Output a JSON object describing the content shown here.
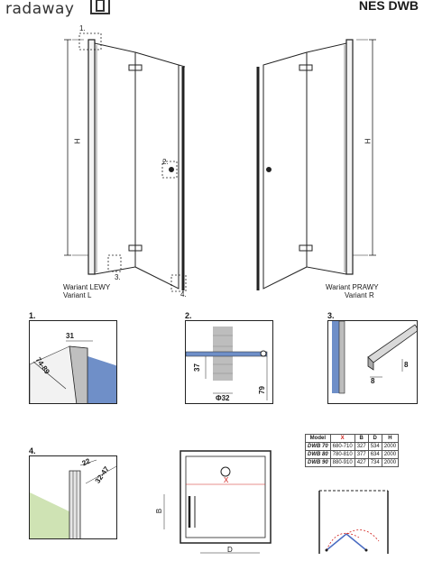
{
  "header": {
    "brand": "radaway",
    "model": "NES DWB"
  },
  "drawing": {
    "height_label_left": "H",
    "height_label_right": "H",
    "callout_1": "1.",
    "callout_2": "2.",
    "callout_3": "3.",
    "callout_4": "4.",
    "variant_left_line1": "Wariant LEWY",
    "variant_left_line2": "Variant L",
    "variant_right_line1": "Wariant PRAWY",
    "variant_right_line2": "Variant R"
  },
  "details": [
    {
      "title": "1.",
      "dims": [
        "31",
        "74-89"
      ]
    },
    {
      "title": "2.",
      "dims": [
        "37",
        "79",
        "Φ32"
      ]
    },
    {
      "title": "3.",
      "dims": [
        "8",
        "8"
      ]
    },
    {
      "title": "4.",
      "dims": [
        "22",
        "32-47"
      ]
    }
  ],
  "plan": {
    "x_label": "X",
    "b_label": "B",
    "d_label": "D"
  },
  "spec_table": {
    "headers": [
      "Model",
      "X",
      "B",
      "D",
      "H"
    ],
    "rows": [
      [
        "DWB 70",
        "680-710",
        "327",
        "534",
        "2000"
      ],
      [
        "DWB 80",
        "780-810",
        "377",
        "634",
        "2000"
      ],
      [
        "DWB 90",
        "880-910",
        "427",
        "734",
        "2000"
      ]
    ]
  },
  "colors": {
    "accent_red": "#d0201c",
    "glass_blue": "#6f8fc8",
    "wall_green": "#cfe3b4"
  }
}
